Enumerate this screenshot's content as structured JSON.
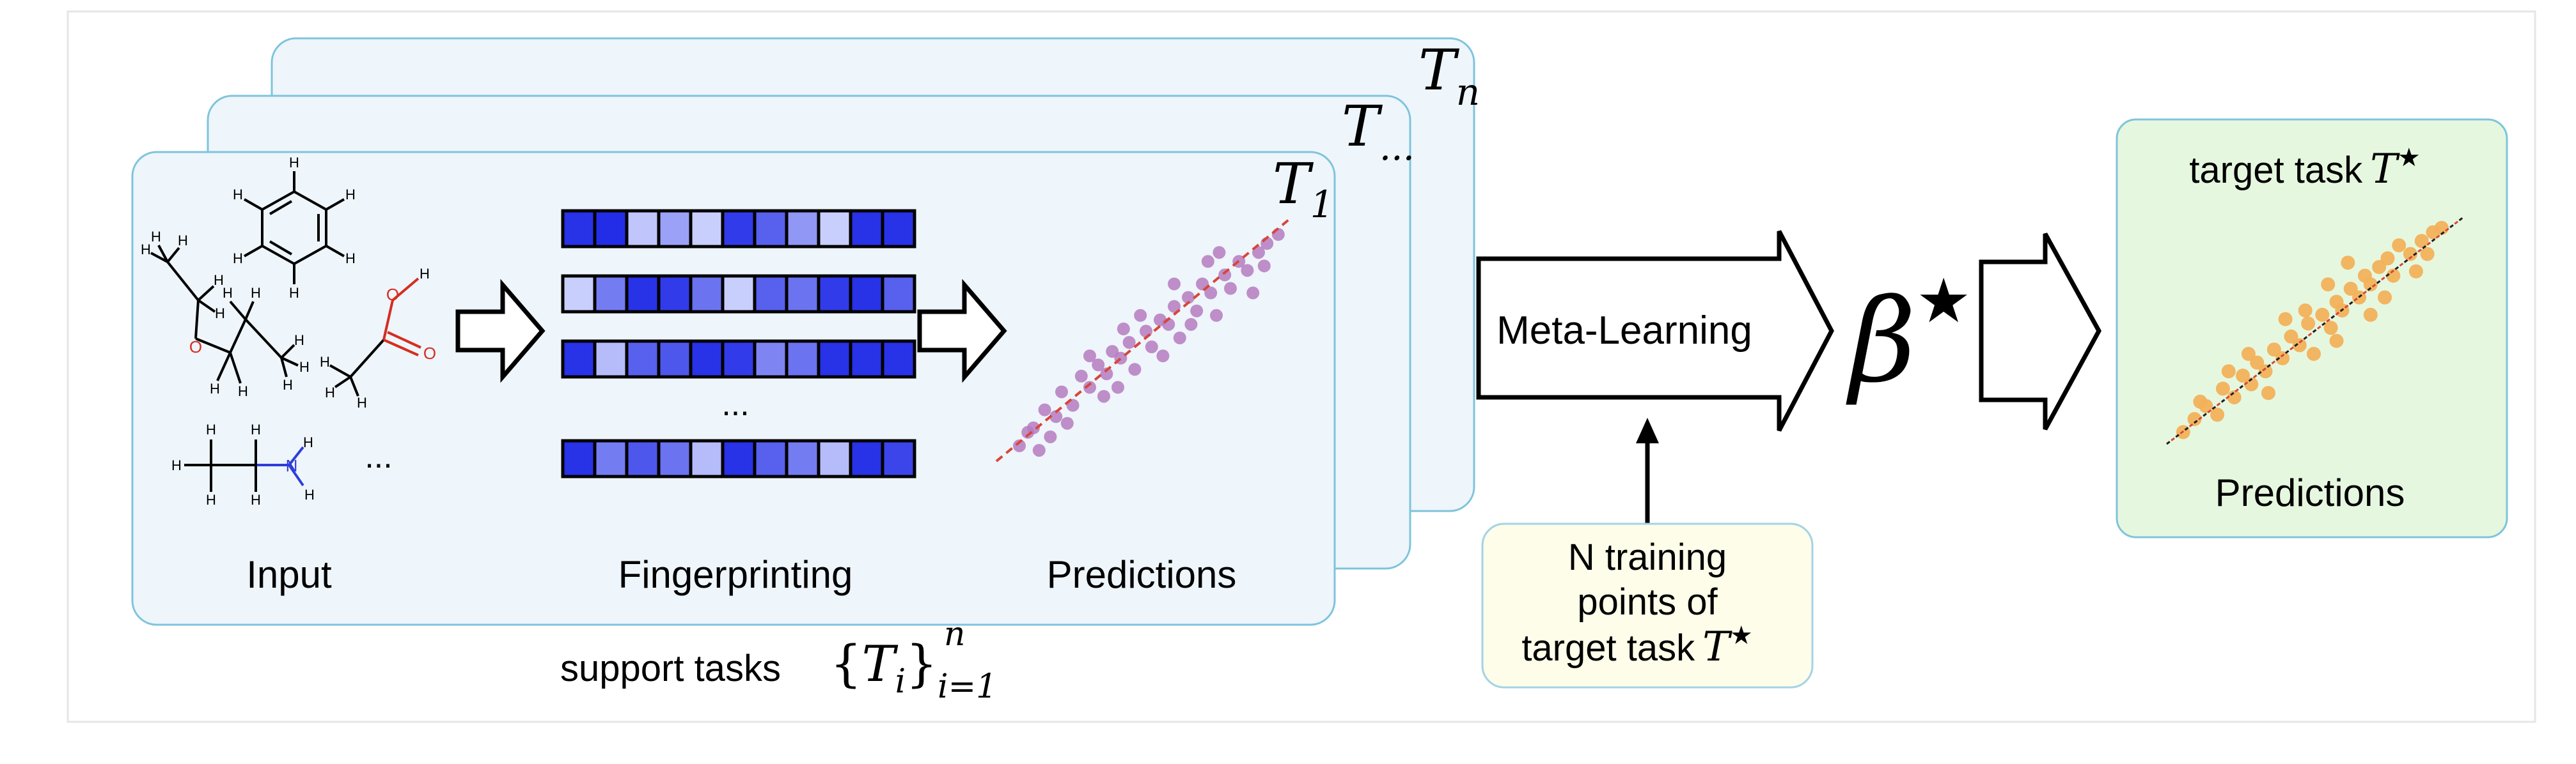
{
  "tasks": {
    "stack_labels": {
      "back": {
        "T": "T",
        "sub": "n"
      },
      "middle": {
        "T": "T",
        "sub": "..."
      },
      "front": {
        "T": "T",
        "sub": "1"
      }
    },
    "input_label": "Input",
    "fingerprinting_label": "Fingerprinting",
    "predictions_label": "Predictions",
    "molecule_ellipsis": "...",
    "fingerprint_ellipsis": "...",
    "support_label": "support tasks",
    "support_math": {
      "open": "{",
      "T": "T",
      "T_sub": "i",
      "close": "}",
      "sub": "i=1",
      "sup": "n"
    }
  },
  "molecules": {
    "H": "H",
    "O": "O",
    "N": "N"
  },
  "meta_learning": {
    "label": "Meta-Learning",
    "beta": "β",
    "star": "★"
  },
  "training": {
    "line1": "N training",
    "line2": "points of",
    "line3": "target task",
    "T": "T",
    "star": "★"
  },
  "target": {
    "title": "target task",
    "T": "T",
    "star": "★",
    "predictions_label": "Predictions"
  },
  "colors": {
    "task_fill": "#eef5fb",
    "task_stroke": "#7ec4dc",
    "target_fill": "#e6f7df",
    "target_stroke": "#7ec4dc",
    "training_fill": "#fdfde9",
    "training_stroke": "#a3d3e6",
    "support_dot": "#b57bc0",
    "target_dot": "#f2b15a",
    "fit_line": "#d9453a",
    "fp_light": "#dce1ff",
    "fp_dark": "#1f29e6"
  },
  "fingerprints": [
    [
      0.95,
      0.98,
      0.15,
      0.35,
      0.1,
      0.9,
      0.7,
      0.4,
      0.1,
      0.95,
      0.95
    ],
    [
      0.1,
      0.55,
      0.95,
      0.9,
      0.6,
      0.1,
      0.7,
      0.6,
      0.9,
      0.95,
      0.7
    ],
    [
      0.95,
      0.2,
      0.7,
      0.75,
      0.95,
      0.9,
      0.5,
      0.6,
      0.95,
      0.95,
      0.95
    ],
    [
      0.95,
      0.55,
      0.75,
      0.6,
      0.2,
      0.95,
      0.7,
      0.55,
      0.2,
      0.95,
      0.85
    ]
  ],
  "support_scatter": [
    [
      0.05,
      0.04
    ],
    [
      0.1,
      0.12
    ],
    [
      0.14,
      0.2
    ],
    [
      0.08,
      0.1
    ],
    [
      0.18,
      0.17
    ],
    [
      0.2,
      0.28
    ],
    [
      0.24,
      0.22
    ],
    [
      0.27,
      0.35
    ],
    [
      0.3,
      0.3
    ],
    [
      0.33,
      0.4
    ],
    [
      0.36,
      0.36
    ],
    [
      0.38,
      0.46
    ],
    [
      0.41,
      0.43
    ],
    [
      0.44,
      0.5
    ],
    [
      0.46,
      0.38
    ],
    [
      0.5,
      0.55
    ],
    [
      0.52,
      0.48
    ],
    [
      0.55,
      0.6
    ],
    [
      0.58,
      0.58
    ],
    [
      0.6,
      0.66
    ],
    [
      0.62,
      0.52
    ],
    [
      0.65,
      0.7
    ],
    [
      0.68,
      0.64
    ],
    [
      0.7,
      0.76
    ],
    [
      0.73,
      0.72
    ],
    [
      0.75,
      0.62
    ],
    [
      0.78,
      0.8
    ],
    [
      0.8,
      0.74
    ],
    [
      0.83,
      0.86
    ],
    [
      0.86,
      0.82
    ],
    [
      0.9,
      0.9
    ],
    [
      0.93,
      0.94
    ],
    [
      0.97,
      0.98
    ],
    [
      0.22,
      0.14
    ],
    [
      0.42,
      0.56
    ],
    [
      0.56,
      0.44
    ],
    [
      0.72,
      0.86
    ],
    [
      0.88,
      0.72
    ],
    [
      0.35,
      0.26
    ],
    [
      0.12,
      0.02
    ],
    [
      0.48,
      0.62
    ],
    [
      0.66,
      0.58
    ],
    [
      0.76,
      0.9
    ],
    [
      0.3,
      0.44
    ],
    [
      0.16,
      0.08
    ],
    [
      0.92,
      0.84
    ],
    [
      0.6,
      0.76
    ],
    [
      0.4,
      0.3
    ]
  ],
  "target_scatter": [
    [
      0.04,
      0.04
    ],
    [
      0.08,
      0.1
    ],
    [
      0.12,
      0.16
    ],
    [
      0.16,
      0.12
    ],
    [
      0.18,
      0.24
    ],
    [
      0.22,
      0.2
    ],
    [
      0.25,
      0.3
    ],
    [
      0.28,
      0.26
    ],
    [
      0.3,
      0.36
    ],
    [
      0.33,
      0.32
    ],
    [
      0.36,
      0.42
    ],
    [
      0.39,
      0.38
    ],
    [
      0.42,
      0.48
    ],
    [
      0.45,
      0.44
    ],
    [
      0.48,
      0.54
    ],
    [
      0.5,
      0.4
    ],
    [
      0.53,
      0.58
    ],
    [
      0.56,
      0.52
    ],
    [
      0.58,
      0.64
    ],
    [
      0.6,
      0.6
    ],
    [
      0.63,
      0.7
    ],
    [
      0.66,
      0.66
    ],
    [
      0.68,
      0.76
    ],
    [
      0.7,
      0.72
    ],
    [
      0.73,
      0.8
    ],
    [
      0.76,
      0.84
    ],
    [
      0.78,
      0.76
    ],
    [
      0.8,
      0.9
    ],
    [
      0.84,
      0.86
    ],
    [
      0.88,
      0.92
    ],
    [
      0.92,
      0.96
    ],
    [
      0.95,
      0.98
    ],
    [
      0.2,
      0.32
    ],
    [
      0.4,
      0.56
    ],
    [
      0.55,
      0.72
    ],
    [
      0.7,
      0.58
    ],
    [
      0.86,
      0.78
    ],
    [
      0.34,
      0.22
    ],
    [
      0.62,
      0.82
    ],
    [
      0.1,
      0.18
    ],
    [
      0.47,
      0.6
    ],
    [
      0.75,
      0.66
    ],
    [
      0.9,
      0.86
    ],
    [
      0.27,
      0.4
    ],
    [
      0.58,
      0.46
    ]
  ]
}
